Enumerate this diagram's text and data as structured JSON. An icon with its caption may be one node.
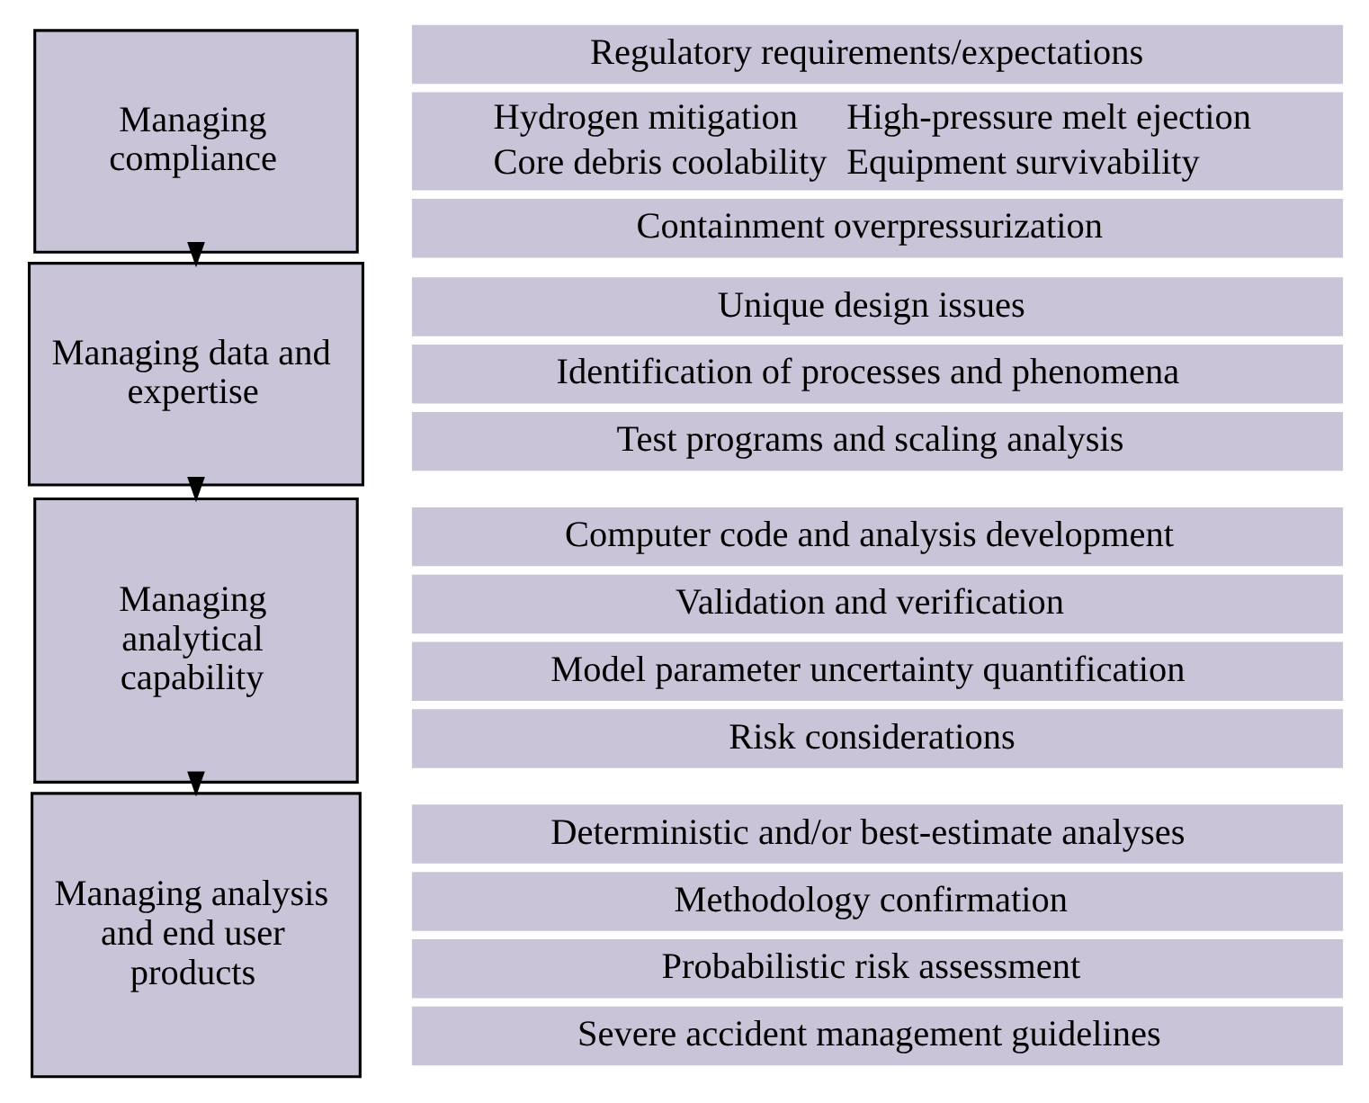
{
  "diagram": {
    "nodes": [
      {
        "text": [
          "Managing compliance"
        ]
      },
      {
        "text": [
          "Regulatory requirements/expectations"
        ]
      },
      {
        "text": [
          "Hydrogen mitigation",
          "High-pressure melt ejection",
          "Core debris coolability",
          "Equipment survivability"
        ]
      },
      {
        "text": [
          "Containment overpressurization"
        ]
      },
      {
        "text": [
          "Managing data and expertise"
        ]
      },
      {
        "text": [
          "Unique design issues"
        ]
      },
      {
        "text": [
          "Identification of processes and phenomena"
        ]
      },
      {
        "text": [
          "Test programs and scaling analysis"
        ]
      },
      {
        "text": [
          "Managing analytical capability"
        ]
      },
      {
        "text": [
          "Computer code and analysis development"
        ]
      },
      {
        "text": [
          "Validation and verification"
        ]
      },
      {
        "text": [
          "Model parameter uncertainty quantification"
        ]
      },
      {
        "text": [
          "Risk considerations"
        ]
      },
      {
        "text": [
          "Managing analysis and end user products"
        ]
      },
      {
        "text": [
          "Deterministic and/or best-estimate analyses"
        ]
      },
      {
        "text": [
          "Methodology confirmation"
        ]
      },
      {
        "text": [
          "Probabilistic risk assessment"
        ]
      },
      {
        "text": [
          "Severe accident management guidelines"
        ]
      }
    ],
    "edges": [
      {
        "from": 0,
        "to": 4,
        "arrow": "to"
      },
      {
        "from": 4,
        "to": 8,
        "arrow": "to"
      },
      {
        "from": 8,
        "to": 13,
        "arrow": "to"
      }
    ]
  }
}
